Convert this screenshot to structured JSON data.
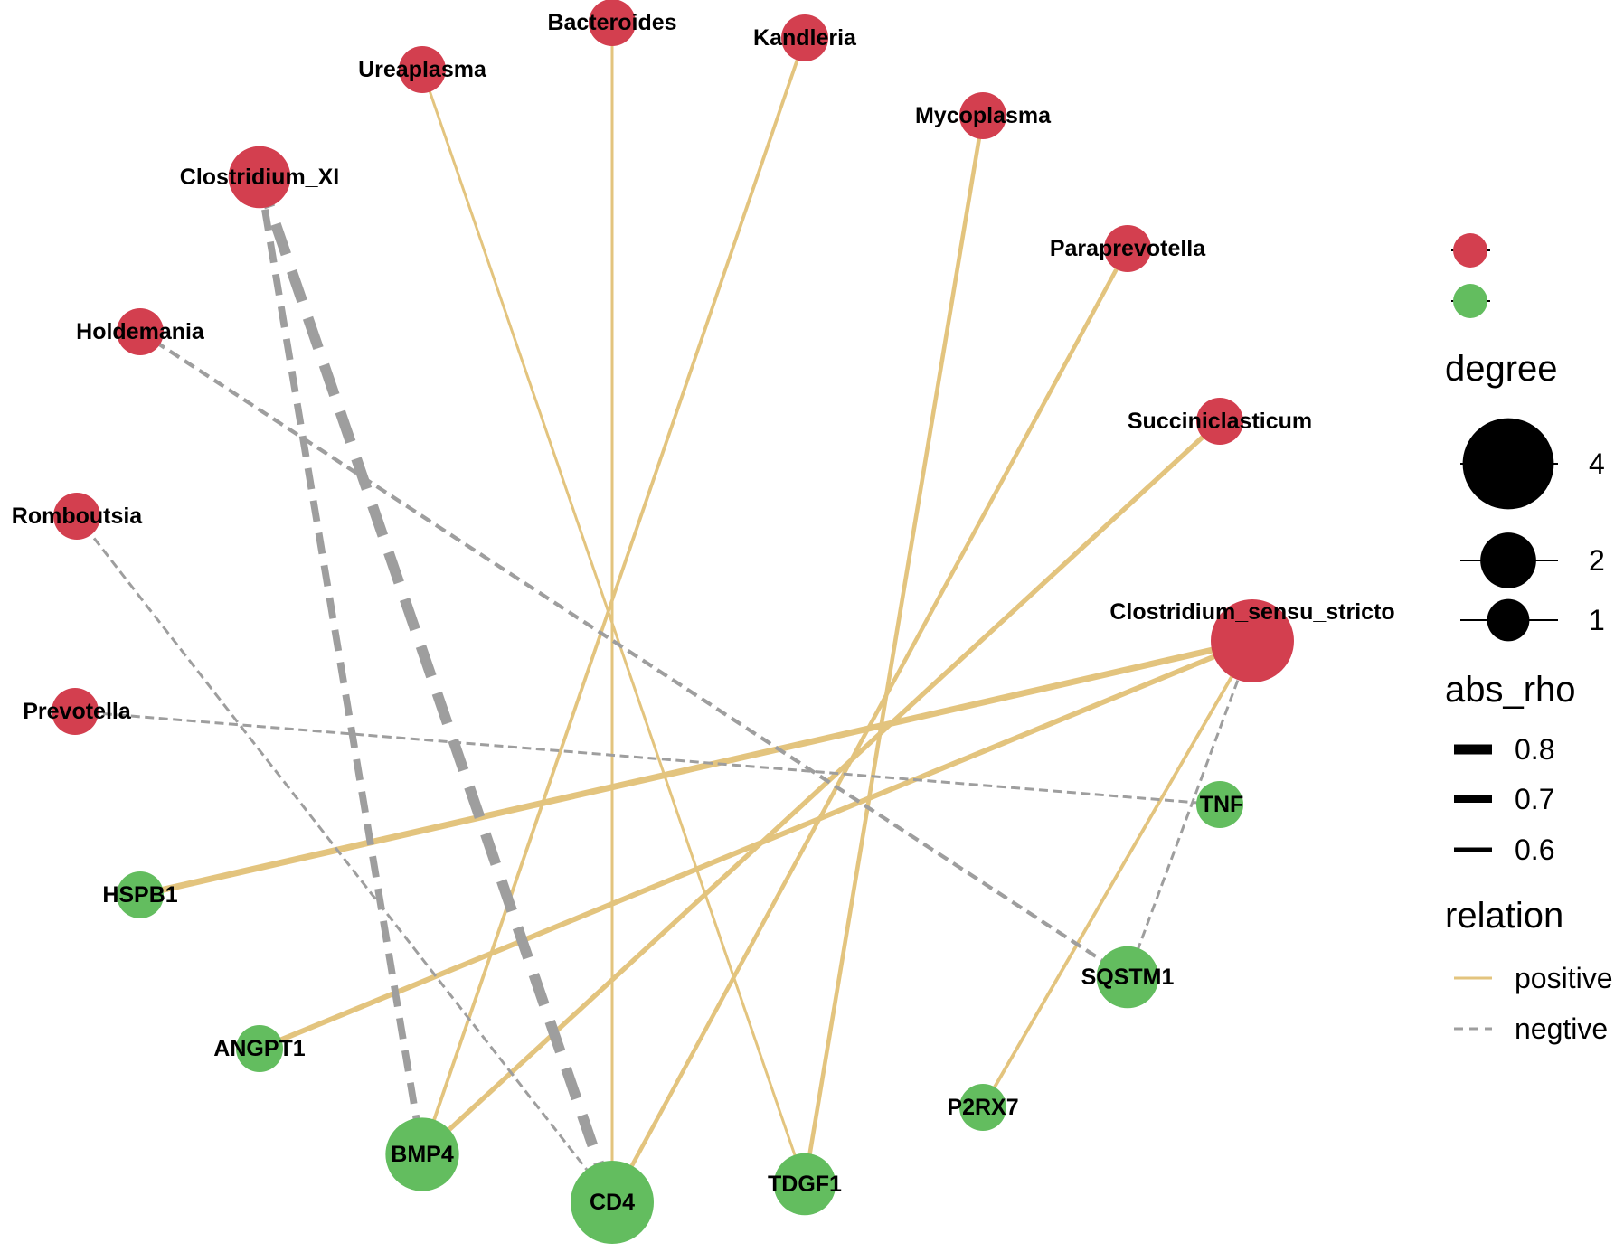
{
  "colors": {
    "genus": "#d33f4f",
    "gene": "#63bd5f",
    "positive": "#e3c47e",
    "negative": "#9e9e9e"
  },
  "nodes": [
    {
      "id": "Bacteroides",
      "label": "Bacteroides",
      "type": "genus",
      "degree": 1
    },
    {
      "id": "Kandleria",
      "label": "Kandleria",
      "type": "genus",
      "degree": 1
    },
    {
      "id": "Ureaplasma",
      "label": "Ureaplasma",
      "type": "genus",
      "degree": 1
    },
    {
      "id": "Mycoplasma",
      "label": "Mycoplasma",
      "type": "genus",
      "degree": 1
    },
    {
      "id": "Clostridium_XI",
      "label": "Clostridium_XI",
      "type": "genus",
      "degree": 2
    },
    {
      "id": "Paraprevotella",
      "label": "Paraprevotella",
      "type": "genus",
      "degree": 1
    },
    {
      "id": "Holdemania",
      "label": "Holdemania",
      "type": "genus",
      "degree": 1
    },
    {
      "id": "Succiniclasticum",
      "label": "Succiniclasticum",
      "type": "genus",
      "degree": 1
    },
    {
      "id": "Romboutsia",
      "label": "Romboutsia",
      "type": "genus",
      "degree": 1
    },
    {
      "id": "Clostridium_sensu_stricto",
      "label": "Clostridium_sensu_stricto",
      "type": "genus",
      "degree": 4
    },
    {
      "id": "Prevotella",
      "label": "Prevotella",
      "type": "genus",
      "degree": 1
    },
    {
      "id": "TNF",
      "label": "TNF",
      "type": "gene",
      "degree": 1
    },
    {
      "id": "HSPB1",
      "label": "HSPB1",
      "type": "gene",
      "degree": 1
    },
    {
      "id": "SQSTM1",
      "label": "SQSTM1",
      "type": "gene",
      "degree": 2
    },
    {
      "id": "ANGPT1",
      "label": "ANGPT1",
      "type": "gene",
      "degree": 1
    },
    {
      "id": "P2RX7",
      "label": "P2RX7",
      "type": "gene",
      "degree": 1
    },
    {
      "id": "BMP4",
      "label": "BMP4",
      "type": "gene",
      "degree": 3
    },
    {
      "id": "TDGF1",
      "label": "TDGF1",
      "type": "gene",
      "degree": 2
    },
    {
      "id": "CD4",
      "label": "CD4",
      "type": "gene",
      "degree": 4
    }
  ],
  "edges": [
    {
      "source": "Bacteroides",
      "target": "CD4",
      "relation": "positive",
      "abs_rho": 0.6
    },
    {
      "source": "Kandleria",
      "target": "BMP4",
      "relation": "positive",
      "abs_rho": 0.62
    },
    {
      "source": "Ureaplasma",
      "target": "TDGF1",
      "relation": "positive",
      "abs_rho": 0.6
    },
    {
      "source": "Mycoplasma",
      "target": "TDGF1",
      "relation": "positive",
      "abs_rho": 0.64
    },
    {
      "source": "Paraprevotella",
      "target": "CD4",
      "relation": "positive",
      "abs_rho": 0.64
    },
    {
      "source": "Succiniclasticum",
      "target": "BMP4",
      "relation": "positive",
      "abs_rho": 0.66
    },
    {
      "source": "Clostridium_sensu_stricto",
      "target": "HSPB1",
      "relation": "positive",
      "abs_rho": 0.7
    },
    {
      "source": "Clostridium_sensu_stricto",
      "target": "ANGPT1",
      "relation": "positive",
      "abs_rho": 0.67
    },
    {
      "source": "Clostridium_sensu_stricto",
      "target": "P2RX7",
      "relation": "positive",
      "abs_rho": 0.62
    },
    {
      "source": "Clostridium_sensu_stricto",
      "target": "SQSTM1",
      "relation": "negative",
      "abs_rho": 0.6
    },
    {
      "source": "Clostridium_XI",
      "target": "CD4",
      "relation": "negative",
      "abs_rho": 0.82
    },
    {
      "source": "Clostridium_XI",
      "target": "BMP4",
      "relation": "negative",
      "abs_rho": 0.72
    },
    {
      "source": "Holdemania",
      "target": "SQSTM1",
      "relation": "negative",
      "abs_rho": 0.63
    },
    {
      "source": "Romboutsia",
      "target": "CD4",
      "relation": "negative",
      "abs_rho": 0.6
    },
    {
      "source": "Prevotella",
      "target": "TNF",
      "relation": "negative",
      "abs_rho": 0.6
    }
  ],
  "legend": {
    "degree": {
      "title": "degree",
      "items": [
        {
          "value": 4,
          "label": "4"
        },
        {
          "value": 2,
          "label": "2"
        },
        {
          "value": 1,
          "label": "1"
        }
      ]
    },
    "abs_rho": {
      "title": "abs_rho",
      "items": [
        {
          "value": 0.8,
          "label": "0.8"
        },
        {
          "value": 0.7,
          "label": "0.7"
        },
        {
          "value": 0.6,
          "label": "0.6"
        }
      ]
    },
    "relation": {
      "title": "relation",
      "items": [
        {
          "value": "positive",
          "label": "positive"
        },
        {
          "value": "negative",
          "label": "negtive"
        }
      ]
    }
  }
}
